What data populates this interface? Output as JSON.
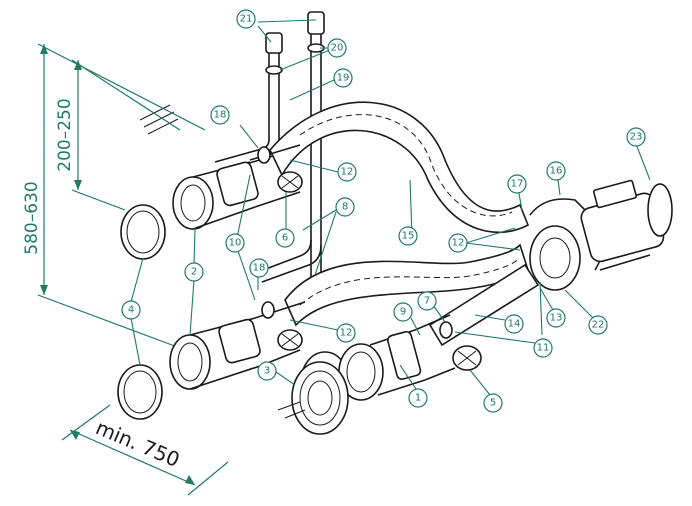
{
  "dimensions": {
    "total_height": "580–630",
    "upper_height": "200–250",
    "min_width": "min. 750"
  },
  "callouts": [
    {
      "id": "c1",
      "label": "1"
    },
    {
      "id": "c2",
      "label": "2"
    },
    {
      "id": "c3",
      "label": "3"
    },
    {
      "id": "c4",
      "label": "4"
    },
    {
      "id": "c5",
      "label": "5"
    },
    {
      "id": "c6",
      "label": "6"
    },
    {
      "id": "c7",
      "label": "7"
    },
    {
      "id": "c8",
      "label": "8"
    },
    {
      "id": "c9",
      "label": "9"
    },
    {
      "id": "c10",
      "label": "10"
    },
    {
      "id": "c11",
      "label": "11"
    },
    {
      "id": "c12a",
      "label": "12"
    },
    {
      "id": "c12b",
      "label": "12"
    },
    {
      "id": "c12c",
      "label": "12"
    },
    {
      "id": "c13",
      "label": "13"
    },
    {
      "id": "c14",
      "label": "14"
    },
    {
      "id": "c15",
      "label": "15"
    },
    {
      "id": "c16",
      "label": "16"
    },
    {
      "id": "c17",
      "label": "17"
    },
    {
      "id": "c18a",
      "label": "18"
    },
    {
      "id": "c18b",
      "label": "18"
    },
    {
      "id": "c19",
      "label": "19"
    },
    {
      "id": "c20",
      "label": "20"
    },
    {
      "id": "c21",
      "label": "21"
    },
    {
      "id": "c22",
      "label": "22"
    },
    {
      "id": "c23",
      "label": "23"
    }
  ],
  "colors": {
    "dimension": "#1f7a66",
    "line": "#1a1a1a"
  }
}
